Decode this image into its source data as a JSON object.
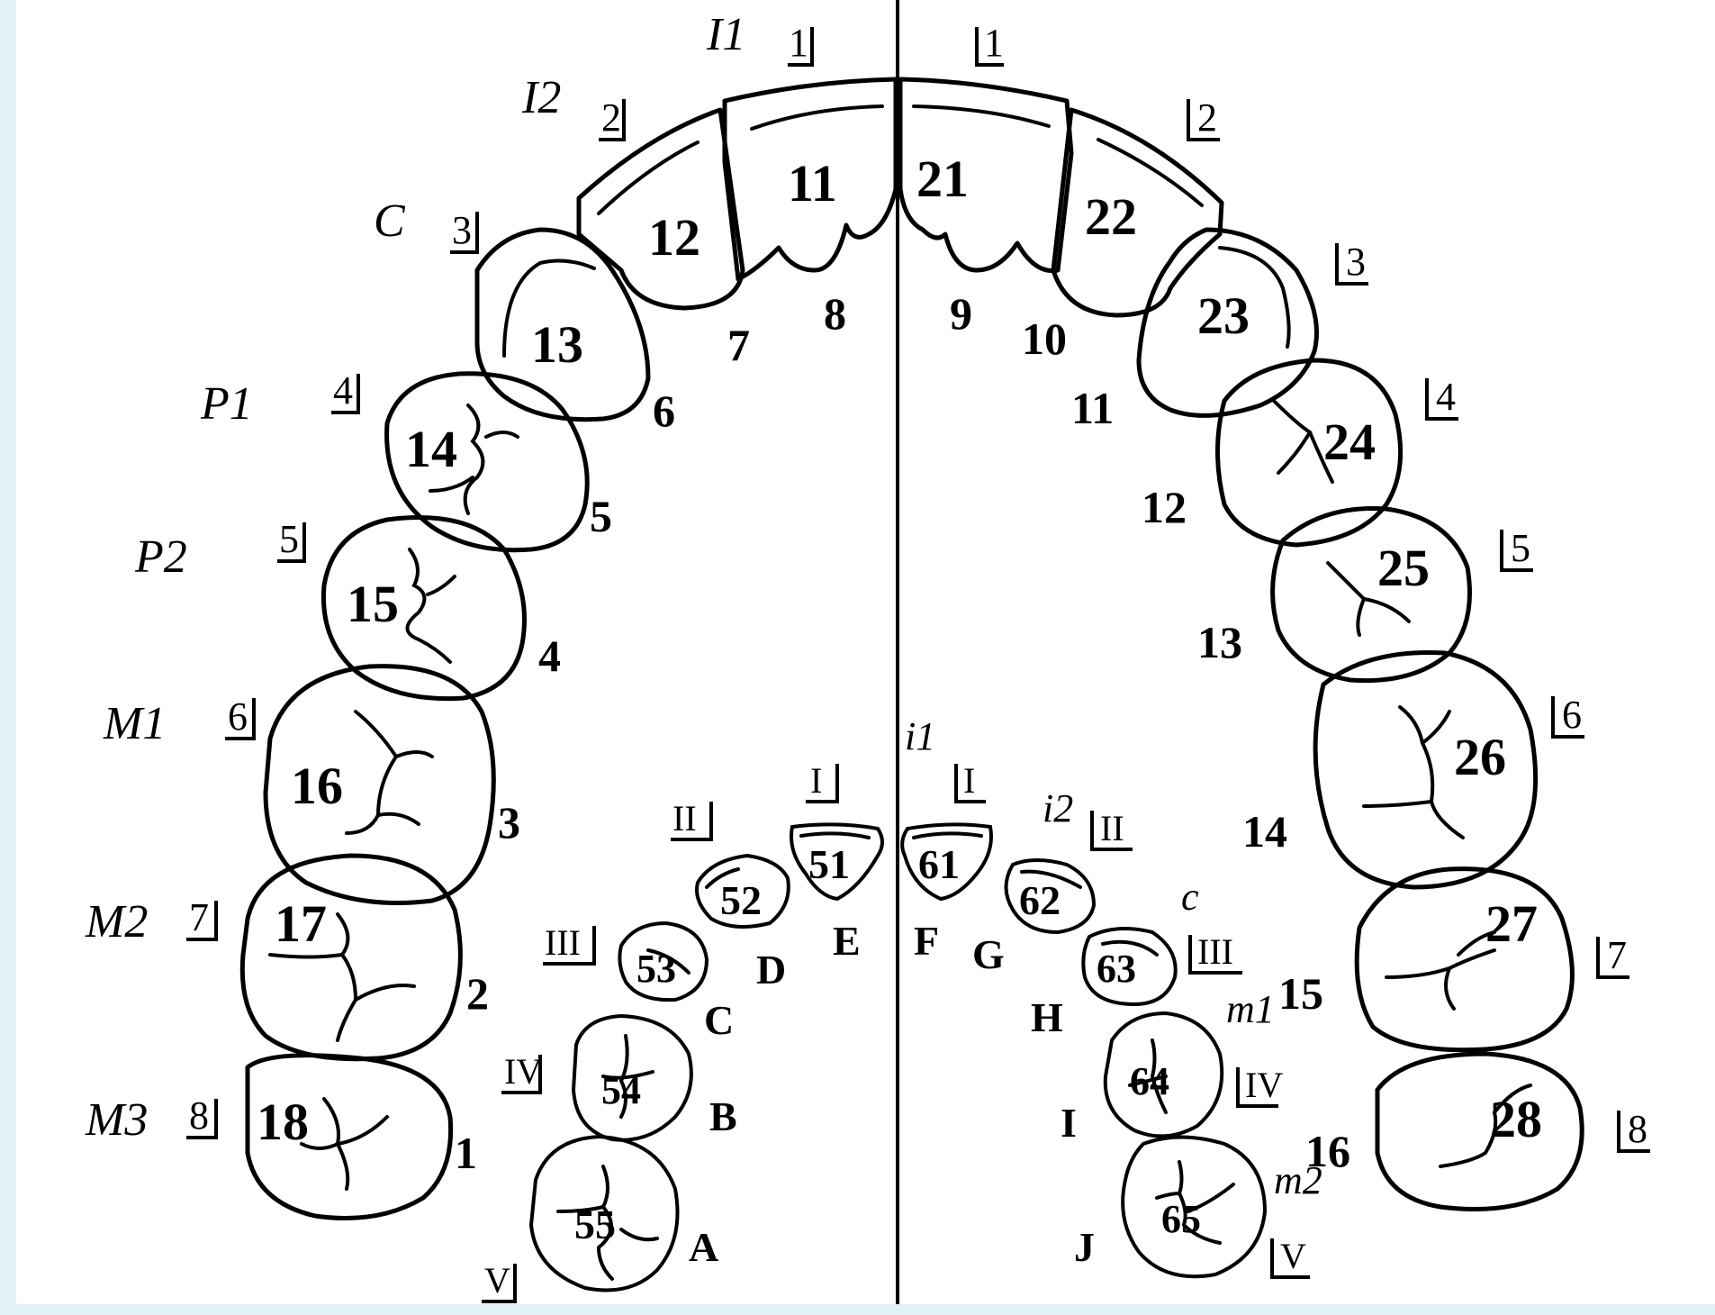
{
  "permanent_teeth": [
    {
      "fdi": "11",
      "gap": "8"
    },
    {
      "fdi": "12",
      "gap": "7"
    },
    {
      "fdi": "13",
      "gap": "6"
    },
    {
      "fdi": "14",
      "gap": "5"
    },
    {
      "fdi": "15",
      "gap": "4"
    },
    {
      "fdi": "16",
      "gap": "3"
    },
    {
      "fdi": "17",
      "gap": "2"
    },
    {
      "fdi": "18",
      "gap": "1"
    },
    {
      "fdi": "21",
      "gap": "9"
    },
    {
      "fdi": "22",
      "gap": "10"
    },
    {
      "fdi": "23",
      "gap": "11"
    },
    {
      "fdi": "24",
      "gap": "12"
    },
    {
      "fdi": "25",
      "gap": "13"
    },
    {
      "fdi": "26",
      "gap": "14"
    },
    {
      "fdi": "27",
      "gap": "15"
    },
    {
      "fdi": "28",
      "gap": "16"
    }
  ],
  "primary_teeth": [
    {
      "fdi": "51",
      "letter": "E"
    },
    {
      "fdi": "52",
      "letter": "D"
    },
    {
      "fdi": "53",
      "letter": "C"
    },
    {
      "fdi": "54",
      "letter": "B"
    },
    {
      "fdi": "55",
      "letter": "A"
    },
    {
      "fdi": "61",
      "letter": "F"
    },
    {
      "fdi": "62",
      "letter": "G"
    },
    {
      "fdi": "63",
      "letter": "H"
    },
    {
      "fdi": "64",
      "letter": "I"
    },
    {
      "fdi": "65",
      "letter": "J"
    }
  ],
  "zsigmondy_permanent": [
    "1",
    "2",
    "3",
    "4",
    "5",
    "6",
    "7",
    "8"
  ],
  "zsigmondy_primary": [
    "I",
    "II",
    "III",
    "IV",
    "V"
  ],
  "tooth_type_labels": {
    "permanent": [
      "I1",
      "I2",
      "C",
      "P1",
      "P2",
      "M1",
      "M2",
      "M3"
    ],
    "primary": [
      "i1",
      "i2",
      "c",
      "m1",
      "m2"
    ]
  }
}
